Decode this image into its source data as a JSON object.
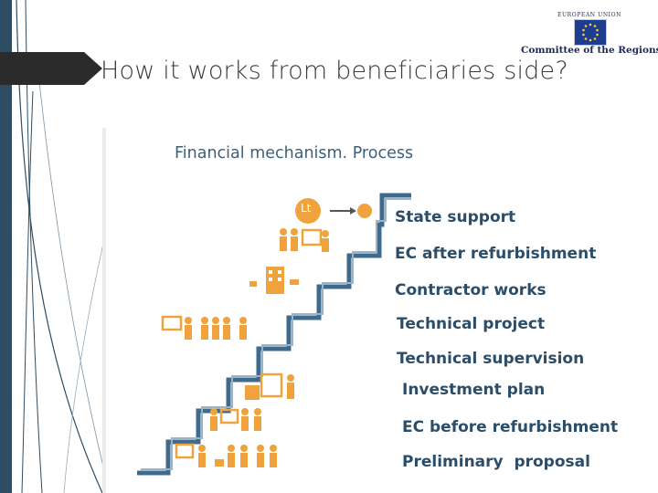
{
  "slide": {
    "title": "How it works from beneficiaries side?"
  },
  "logo": {
    "eu_text": "EUROPEAN UNION",
    "org_name": "Committee of the Regions"
  },
  "diagram": {
    "heading": "Financial mechanism. Process",
    "currency_icon_label": "Lt",
    "steps": [
      "State support",
      "EC after refurbishment",
      "Contractor works",
      "Technical project",
      "Technical supervision",
      "Investment plan",
      "EC before refurbishment",
      "Preliminary  proposal"
    ]
  },
  "colors": {
    "accent_orange": "#f0a23c",
    "stairs_blue": "#3f6a8c",
    "label_blue": "#2c4d68",
    "left_bar": "#2e4d63"
  }
}
